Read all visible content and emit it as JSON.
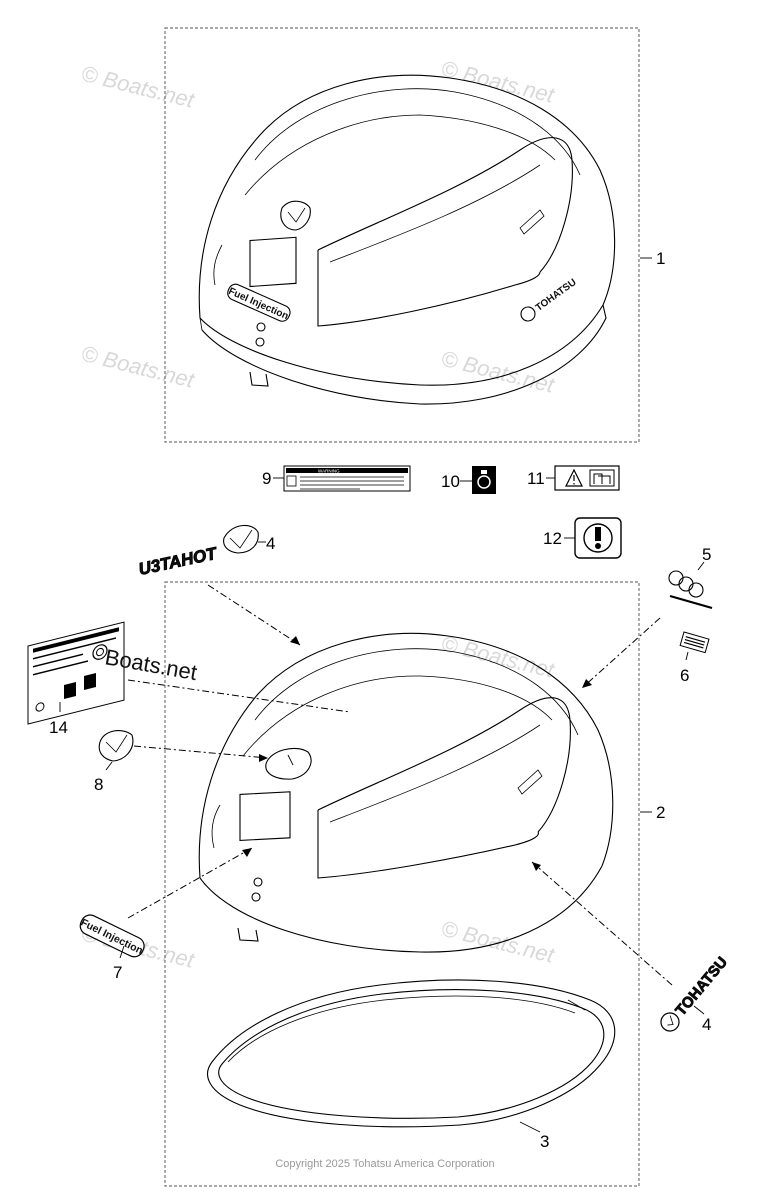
{
  "callouts": {
    "c1": "1",
    "c2": "2",
    "c3": "3",
    "c4a": "4",
    "c4b": "4",
    "c5": "5",
    "c6": "6",
    "c7": "7",
    "c8": "8",
    "c9": "9",
    "c10": "10",
    "c11": "11",
    "c12": "12",
    "c14": "14"
  },
  "labels": {
    "fuel_injection": "Fuel Injection",
    "tohatsu": "TOHATSU",
    "tohatsu_mirrored": "U3TAHOT",
    "warning_decal": "WARNING"
  },
  "watermark": "© Boats.net",
  "watermark_overlay": "Boats.net",
  "copyright": "Copyright 2025 Tohatsu America Corporation"
}
